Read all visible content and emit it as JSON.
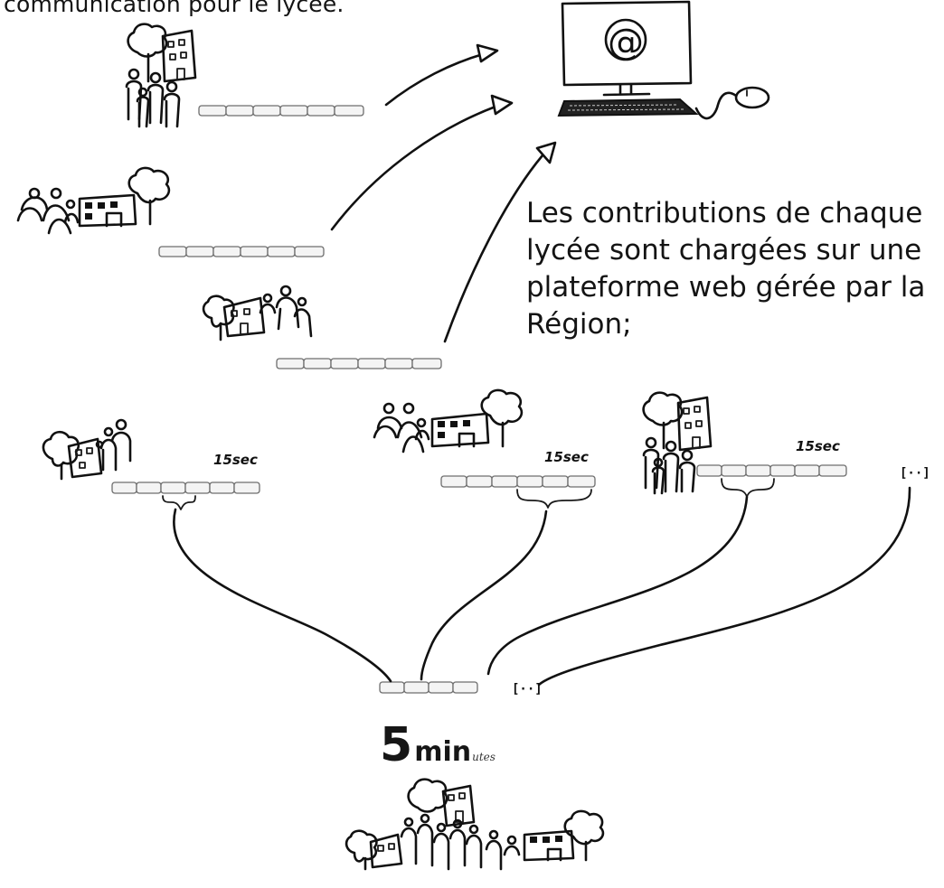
{
  "captions": {
    "top": "communication pour le lycée.",
    "side": "Les contributions de chaque lycée sont chargées sur une plateforme web gérée par la Région;"
  },
  "computer": {
    "screen_symbol": "@"
  },
  "clip_labels": [
    "15sec",
    "15sec",
    "15sec"
  ],
  "ellipsis": "[··]",
  "duration": {
    "number": "5",
    "unit": "min",
    "suffix": "utes"
  }
}
